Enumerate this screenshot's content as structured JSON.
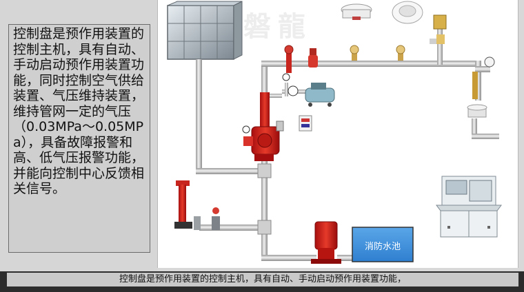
{
  "description_text": "控制盘是预作用装置的控制主机，具有自动、手动启动预作用装置功能，同时控制空气供给装置、气压维持装置，维持管网一定的气压（0.03MPa～0.05MPa），具备故障报警和高、低气压报警功能，并能向控制中心反馈相关信号。",
  "watermark": "磐龍",
  "diagram": {
    "pool_label": "消防水池"
  },
  "caption": "控制盘是预作用装置的控制主机，具有自动、手动启动预作用装置功能，"
}
